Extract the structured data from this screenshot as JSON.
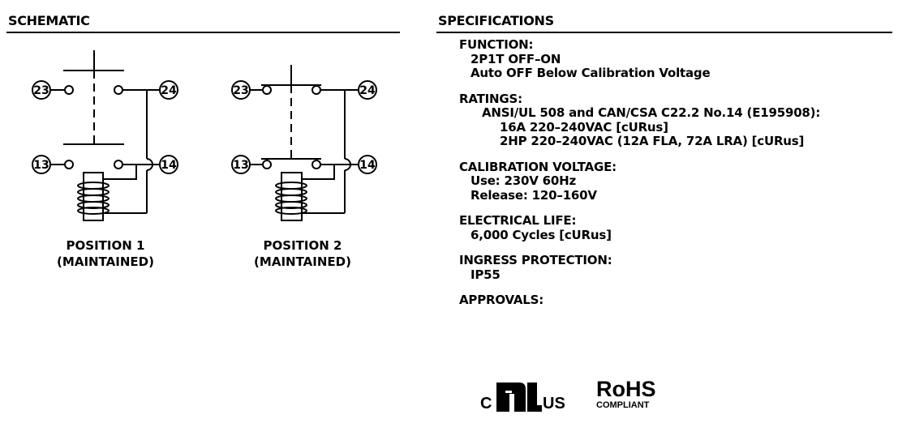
{
  "schematic": {
    "title": "SCHEMATIC",
    "terminals": [
      "23",
      "24",
      "13",
      "14"
    ],
    "positions": [
      {
        "label": "POSITION 1",
        "mode": "(MAINTAINED)"
      },
      {
        "label": "POSITION 2",
        "mode": "(MAINTAINED)"
      }
    ]
  },
  "specifications": {
    "title": "SPECIFICATIONS",
    "function": {
      "heading": "FUNCTION:",
      "lines": [
        "2P1T OFF–ON",
        "Auto OFF Below Calibration Voltage"
      ]
    },
    "ratings": {
      "heading": "RATINGS:",
      "standard": "ANSI/UL 508 and CAN/CSA C22.2 No.14 (E195908):",
      "lines": [
        "16A 220–240VAC [cURus]",
        "2HP 220–240VAC (12A FLA, 72A LRA) [cURus]"
      ]
    },
    "calibration": {
      "heading": "CALIBRATION VOLTAGE:",
      "lines": [
        "Use: 230V 60Hz",
        "Release: 120–160V"
      ]
    },
    "life": {
      "heading": "ELECTRICAL LIFE:",
      "lines": [
        "6,000 Cycles [cURus]"
      ]
    },
    "ingress": {
      "heading": "INGRESS PROTECTION:",
      "lines": [
        "IP55"
      ]
    },
    "approvals": {
      "heading": "APPROVALS:",
      "ul_left": "C",
      "ul_right": "US",
      "rohs": "RoHS",
      "rohs_sub": "COMPLIANT"
    }
  }
}
